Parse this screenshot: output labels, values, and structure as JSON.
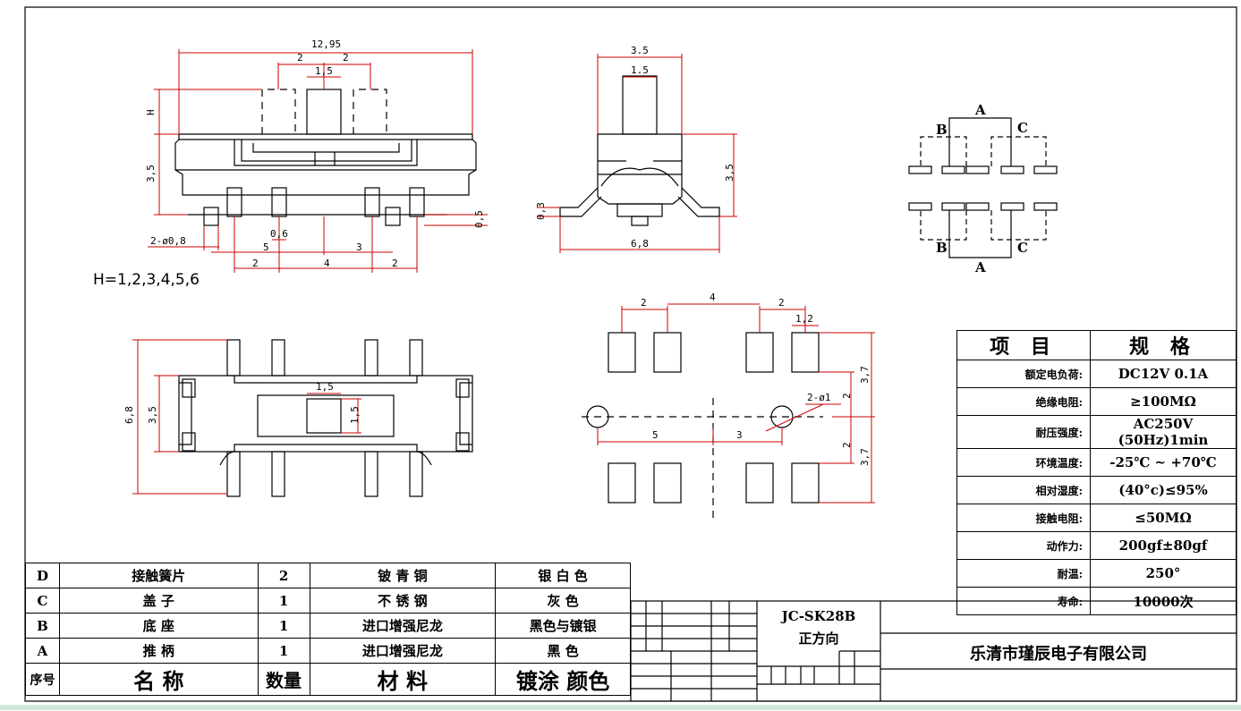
{
  "drawing": {
    "part_labels": {
      "a": "A",
      "b": "B",
      "c": "C"
    },
    "dims": {
      "top_total": "12,95",
      "top_pitch_left": "2",
      "top_pitch_right": "2",
      "top_knob": "1,5",
      "h_label": "H",
      "body_height": "3,5",
      "pin_dia": "2-ø0,8",
      "pin_off_a": "0,6",
      "pin_off_b": "5",
      "pin_off_c": "3",
      "pin_pitch_l": "2",
      "pin_pitch_m": "4",
      "pin_pitch_r": "2",
      "pin_thick": "0,5",
      "side_width": "3.5",
      "side_knob": "1.5",
      "side_height": "3,5",
      "side_foot": "0,3",
      "side_span": "6,8",
      "bottom_knob_w": "1,5",
      "bottom_knob_h": "1,5",
      "bottom_inner": "3,5",
      "bottom_total": "6,8",
      "pcb_p1": "2",
      "pcb_p2": "4",
      "pcb_p3": "2",
      "pcb_pad": "1,2",
      "pcb_hole": "2-ø1",
      "pcb_h1": "3,7",
      "pcb_h2": "2",
      "pcb_h3": "2",
      "pcb_h4": "3,7",
      "pcb_x1": "5",
      "pcb_x2": "3"
    },
    "h_note": "H=1,2,3,4,5,6"
  },
  "spec_table": {
    "header": {
      "item": "项 目",
      "spec": "规 格"
    },
    "rows": [
      {
        "label": "额定电负荷:",
        "value": "DC12V 0.1A"
      },
      {
        "label": "绝缘电阻:",
        "value": "≥100MΩ"
      },
      {
        "label": "耐压强度:",
        "value": "AC250V (50Hz)1min"
      },
      {
        "label": "环境温度:",
        "value": "-25℃ ~ +70℃"
      },
      {
        "label": "相对湿度:",
        "value": "(40°c)≤95%"
      },
      {
        "label": "接触电阻:",
        "value": "≤50MΩ"
      },
      {
        "label": "动作力:",
        "value": "200gf±80gf"
      },
      {
        "label": "耐温:",
        "value": "250°"
      },
      {
        "label": "寿命:",
        "value": "10000次"
      }
    ]
  },
  "bom_table": {
    "rows": [
      {
        "no": "D",
        "name": "接触簧片",
        "qty": "2",
        "material": "铍 青 铜",
        "finish": "银 白 色"
      },
      {
        "no": "C",
        "name": "盖 子",
        "qty": "1",
        "material": "不 锈 钢",
        "finish": "灰 色"
      },
      {
        "no": "B",
        "name": "底 座",
        "qty": "1",
        "material": "进口增强尼龙",
        "finish": "黑色与镀银"
      },
      {
        "no": "A",
        "name": "推 柄",
        "qty": "1",
        "material": "进口增强尼龙",
        "finish": "黑 色"
      }
    ],
    "header": {
      "no": "序号",
      "name": "名 称",
      "qty": "数量",
      "material": "材 料",
      "finish": "镀涂 颜色"
    }
  },
  "title_block": {
    "model": "JC-SK28B",
    "view": "正方向",
    "company": "乐清市瑾辰电子有限公司"
  }
}
